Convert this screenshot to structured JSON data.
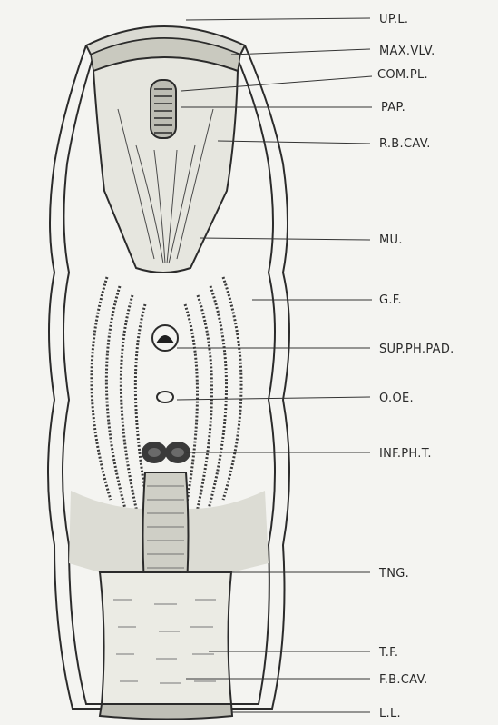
{
  "labels": [
    {
      "key": "upl",
      "text": "UP.L."
    },
    {
      "key": "maxvlv",
      "text": "MAX.VLV."
    },
    {
      "key": "compl",
      "text": "COM.PL."
    },
    {
      "key": "pap",
      "text": "PAP."
    },
    {
      "key": "rbcav",
      "text": "R.B.CAV."
    },
    {
      "key": "mu",
      "text": "MU."
    },
    {
      "key": "gf",
      "text": "G.F."
    },
    {
      "key": "supphpad",
      "text": "SUP.PH.PAD."
    },
    {
      "key": "ooe",
      "text": "O.OE."
    },
    {
      "key": "infpht",
      "text": "INF.PH.T."
    },
    {
      "key": "tng",
      "text": "TNG."
    },
    {
      "key": "tf",
      "text": "T.F."
    },
    {
      "key": "fbcav",
      "text": "F.B.CAV."
    },
    {
      "key": "ll",
      "text": "L.L."
    }
  ]
}
